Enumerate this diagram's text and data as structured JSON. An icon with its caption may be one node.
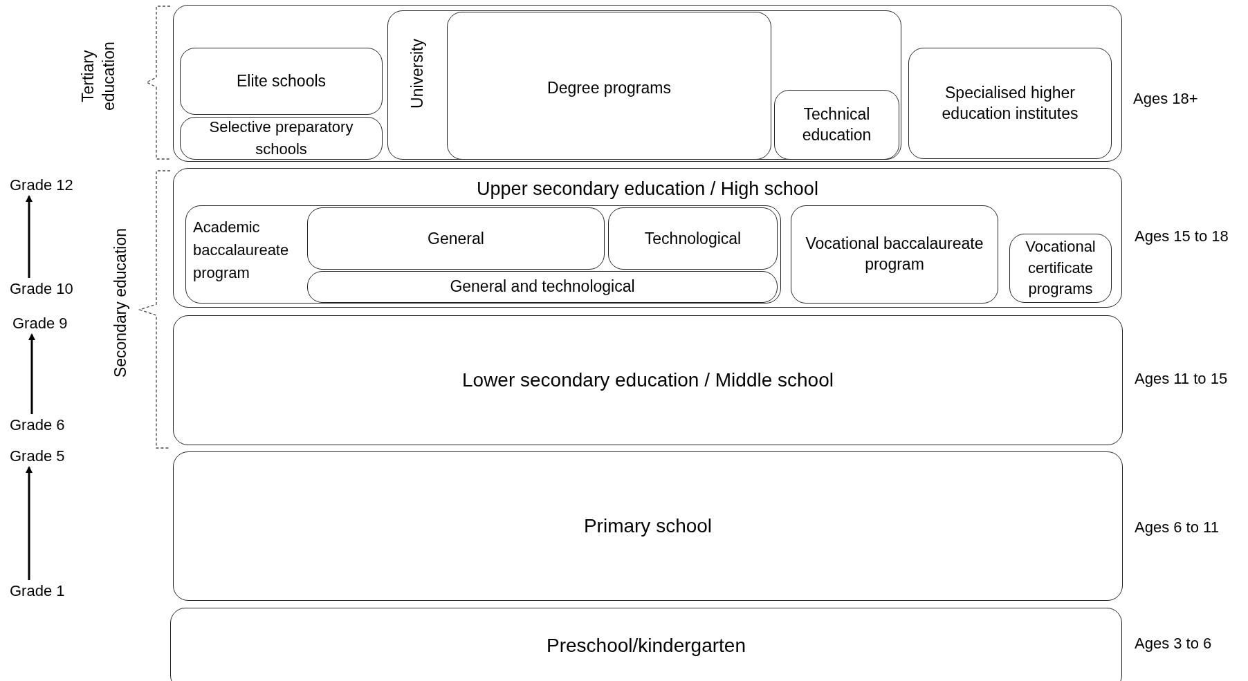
{
  "diagram": {
    "nodes": [
      {
        "text": [
          "Tertiary education"
        ],
        "beside": [
          "Ages 18+"
        ]
      },
      {
        "text": [
          "Elite schools"
        ],
        "in": 0
      },
      {
        "text": [
          "Selective preparatory schools"
        ],
        "in": 0
      },
      {
        "text": [
          "University"
        ],
        "in": 0
      },
      {
        "text": [
          "Degree programs"
        ],
        "in": 3
      },
      {
        "text": [
          "Technical education"
        ],
        "in": 3
      },
      {
        "text": [
          "Specialised higher education institutes"
        ],
        "in": 0
      },
      {
        "text": [
          "Upper secondary education / High school"
        ],
        "beside": [
          "Ages 15 to 18"
        ]
      },
      {
        "text": [
          "Academic baccalaureate program"
        ],
        "in": 7
      },
      {
        "text": [
          "General"
        ],
        "in": 8
      },
      {
        "text": [
          "Technological"
        ],
        "in": 8
      },
      {
        "text": [
          "General and technological"
        ],
        "in": 8
      },
      {
        "text": [
          "Vocational baccalaureate program"
        ],
        "in": 7
      },
      {
        "text": [
          "Vocational certificate programs"
        ],
        "in": 7
      },
      {
        "text": [
          "Lower secondary education / Middle school"
        ],
        "beside": [
          "Ages 11 to 15"
        ]
      },
      {
        "text": [
          "Primary school"
        ],
        "beside": [
          "Ages 6 to 11"
        ]
      },
      {
        "text": [
          "Preschool/kindergarten"
        ],
        "beside": [
          "Ages 3 to 6"
        ]
      },
      {
        "text": [
          "Grade 12"
        ]
      },
      {
        "text": [
          "Grade 10"
        ]
      },
      {
        "text": [
          "Grade 9"
        ]
      },
      {
        "text": [
          "Grade 6"
        ]
      },
      {
        "text": [
          "Grade 5"
        ]
      },
      {
        "text": [
          "Grade 1"
        ]
      }
    ],
    "edges": [
      {
        "from": 18,
        "to": 17,
        "arrow": "to"
      },
      {
        "from": 20,
        "to": 19,
        "arrow": "to"
      },
      {
        "from": 22,
        "to": 21,
        "arrow": "to"
      }
    ],
    "labels": [
      "Secondary education"
    ]
  }
}
